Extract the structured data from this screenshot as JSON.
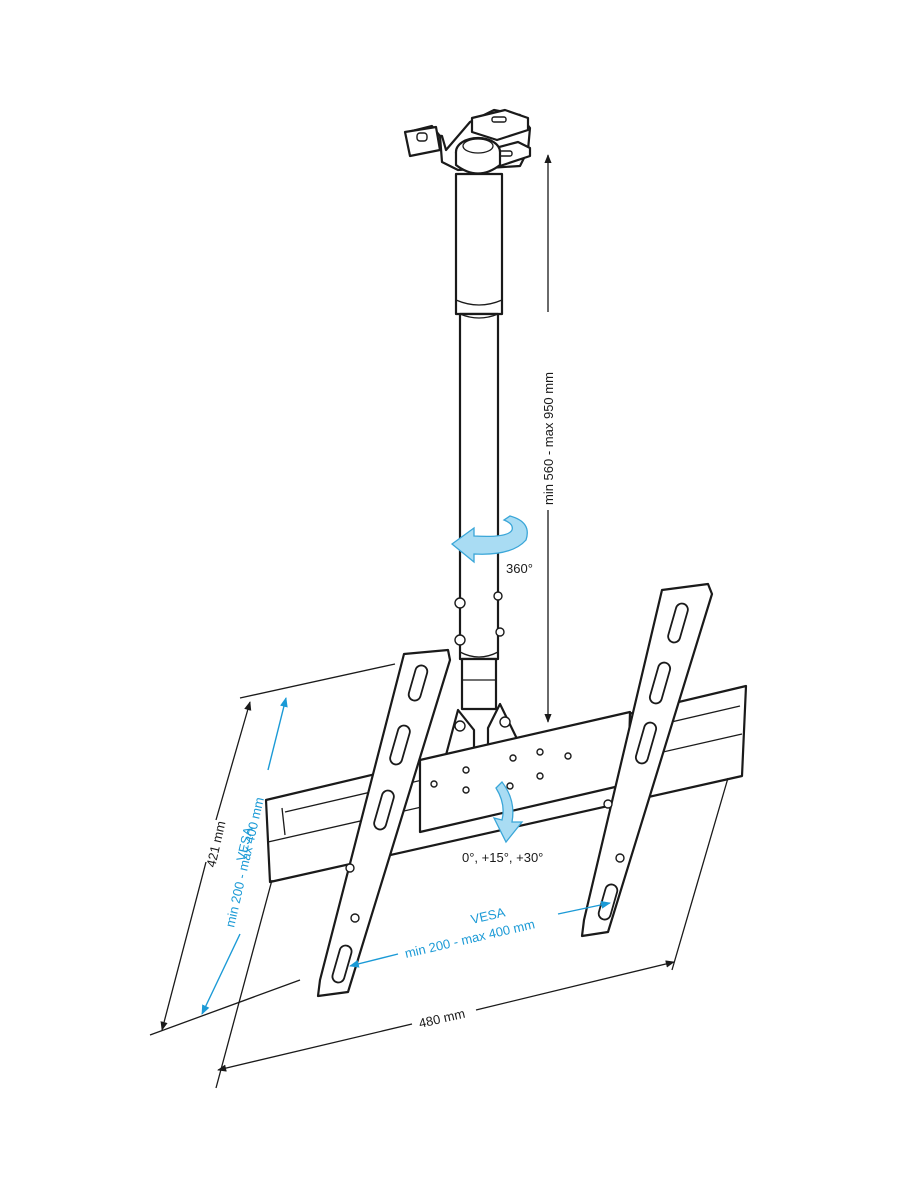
{
  "labels": {
    "height_range": "min 560 - max 950 mm",
    "rotation": "360°",
    "tilt": "0°, +15°, +30°",
    "height_421": "421 mm",
    "vesa_vertical_title": "VESA",
    "vesa_vertical_range": "min 200 - max 400 mm",
    "vesa_horizontal_title": "VESA",
    "vesa_horizontal_range": "min 200 - max 400 mm",
    "width_480": "480 mm"
  },
  "colors": {
    "line": "#1a1a1a",
    "accent_blue": "#1b9ad6",
    "arrow_fill": "#a9dcf3"
  }
}
